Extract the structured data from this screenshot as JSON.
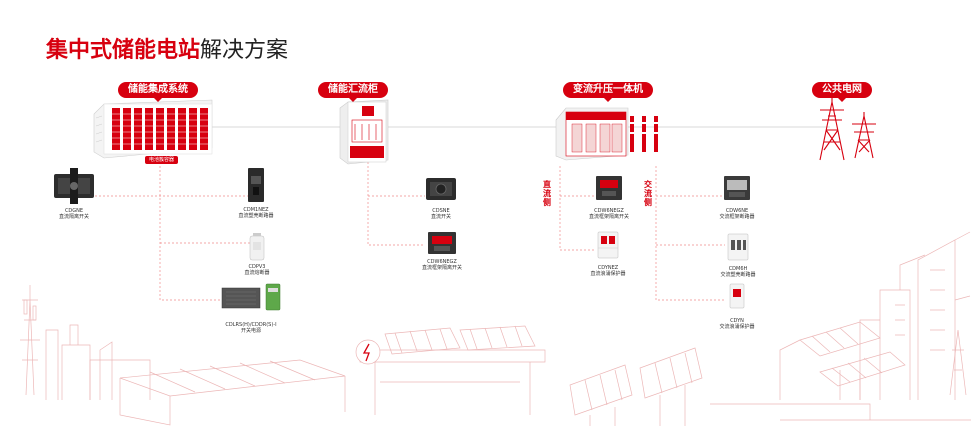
{
  "title": {
    "highlight": "集中式储能电站",
    "rest": "解决方案"
  },
  "headers": {
    "storage_system": "储能集成系统",
    "combiner_cabinet": "储能汇流柜",
    "pcs_step_up": "变流升压一体机",
    "public_grid": "公共电网"
  },
  "battery_tag": "电池簇容器",
  "side_labels": {
    "dc": "直流侧",
    "ac": "交流侧"
  },
  "devices": {
    "cdgne": {
      "model": "CDGNE",
      "desc": "直流隔离开关"
    },
    "cdm1ne": {
      "model": "CDM1NEZ",
      "desc": "直流塑壳断路器"
    },
    "cdpv3": {
      "model": "CDPV3",
      "desc": "直流熔断器"
    },
    "cdlrs": {
      "model": "CDLRS(H)/CDDR(S)-I",
      "desc": "开关电源"
    },
    "cdsne": {
      "model": "CDSNE",
      "desc": "直流开关"
    },
    "cdw6neg": {
      "model": "CDW6NEGZ",
      "desc": "直流框架隔离开关"
    },
    "cdw6neg2": {
      "model": "CDW6NEGZ",
      "desc": "直流框架隔离开关"
    },
    "cdynez": {
      "model": "CDYNEZ",
      "desc": "直流浪涌保护器"
    },
    "cdw6ne": {
      "model": "CDW6NE",
      "desc": "交流框架断路器"
    },
    "cdm6h": {
      "model": "CDM6H",
      "desc": "交流塑壳断路器"
    },
    "cdyn": {
      "model": "CDYN",
      "desc": "交流浪涌保护器"
    }
  },
  "colors": {
    "accent": "#d7000f",
    "line_grey": "#bbbbbb",
    "line_red": "#f08a8a",
    "sketch": "#e9a7a7"
  }
}
